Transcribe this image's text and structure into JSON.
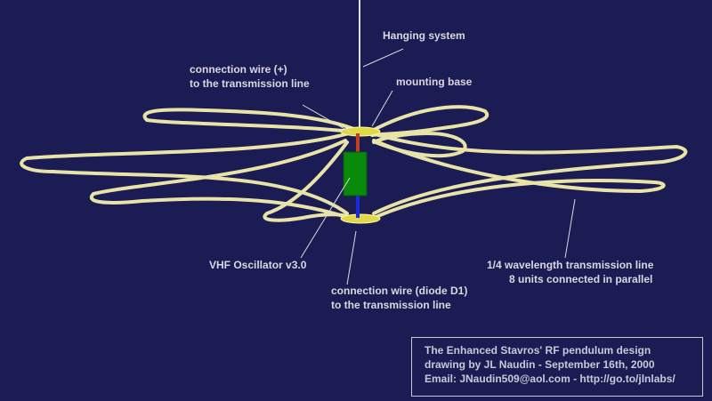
{
  "labels": {
    "hanging": "Hanging system",
    "conn_plus_1": "connection wire (+)",
    "conn_plus_2": "to the transmission line",
    "mounting": "mounting base",
    "vhf": "VHF Oscillator v3.0",
    "conn_diode_1": "connection wire (diode D1)",
    "conn_diode_2": "to the transmission line",
    "tline_1": "1/4 wavelength transmission line",
    "tline_2": "8 units connected in parallel"
  },
  "credit": {
    "line1": "The Enhanced Stavros' RF pendulum design",
    "line2": "drawing by JL Naudin - September 16th, 2000",
    "line3": "Email: JNaudin509@aol.com - http://go.to/jlnlabs/"
  },
  "colors": {
    "background": "#1c1c54",
    "wire": "#e8e4a8",
    "oscillator": "#0a8a0a",
    "base": "#e0d84a"
  }
}
